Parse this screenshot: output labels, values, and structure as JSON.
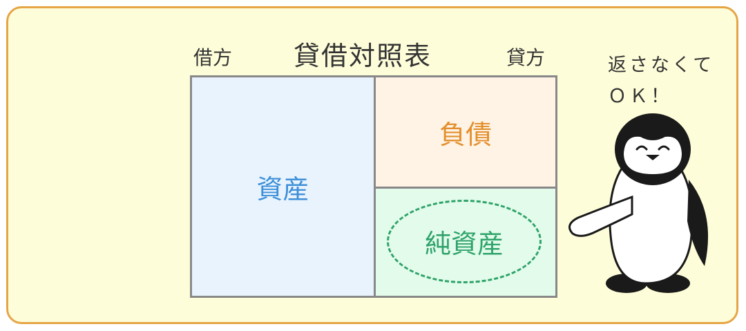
{
  "diagram": {
    "title": "貸借対照表",
    "debit_label": "借方",
    "credit_label": "貸方",
    "assets_label": "資産",
    "liabilities_label": "負債",
    "net_assets_label": "純資産"
  },
  "character": {
    "speech_line1": "返さなくて",
    "speech_line2": "ＯＫ！"
  },
  "colors": {
    "panel_bg": "#fefdd9",
    "panel_border": "#e5a545",
    "assets": "#3d8fd9",
    "liabilities": "#e38f2d",
    "net_assets": "#2ea36a"
  }
}
